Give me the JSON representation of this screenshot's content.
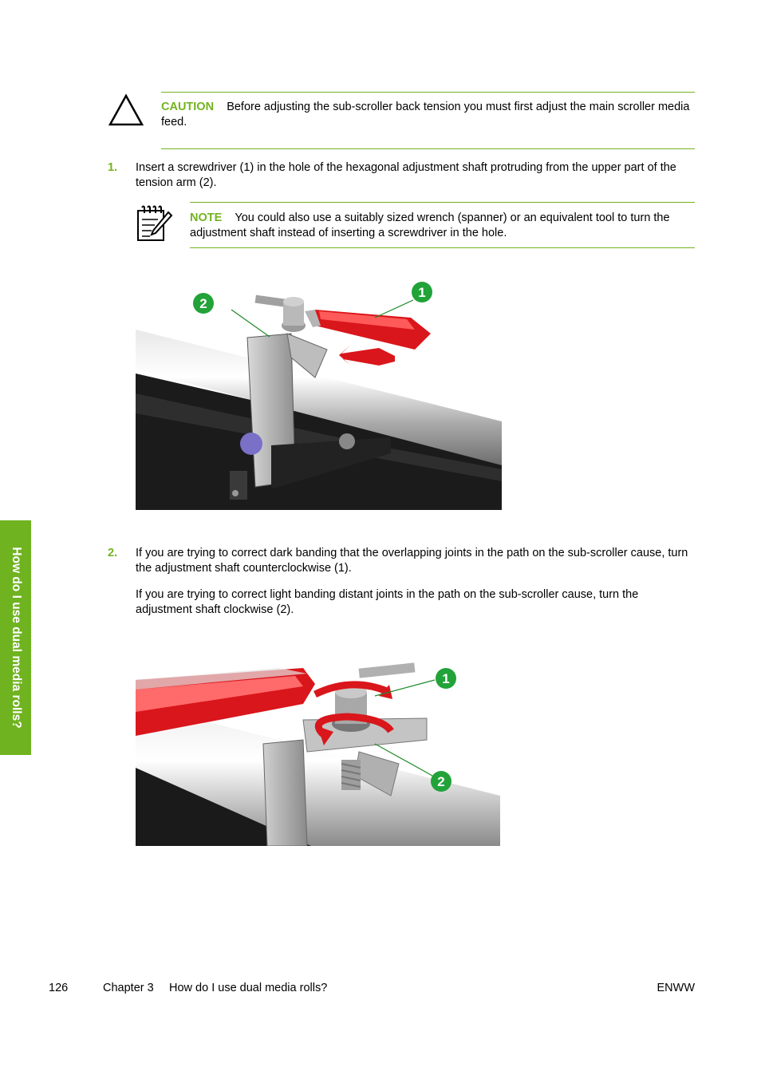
{
  "caution": {
    "label": "CAUTION",
    "text": "Before adjusting the sub-scroller back tension you must first adjust the main scroller media feed."
  },
  "steps": [
    {
      "number": "1.",
      "paragraphs": [
        "Insert a screwdriver (1) in the hole of the hexagonal adjustment shaft protruding from the upper part of the tension arm (2)."
      ]
    },
    {
      "number": "2.",
      "paragraphs": [
        "If you are trying to correct dark banding that the overlapping joints in the path on the sub-scroller cause, turn the adjustment shaft counterclockwise (1).",
        "If you are trying to correct light banding distant joints in the path on the sub-scroller cause, turn the adjustment shaft clockwise (2)."
      ]
    }
  ],
  "note": {
    "label": "NOTE",
    "text": "You could also use a suitably sized wrench (spanner) or an equivalent tool to turn the adjustment shaft instead of inserting a screwdriver in the hole."
  },
  "figures": {
    "figure1_callouts": [
      "1",
      "2"
    ],
    "figure2_callouts": [
      "1",
      "2"
    ]
  },
  "side_tab": "How do I use dual media rolls?",
  "footer": {
    "page_number": "126",
    "chapter": "Chapter 3",
    "chapter_title": "How do I use dual media rolls?",
    "locale": "ENWW"
  },
  "colors": {
    "accent_green": "#73b31f",
    "red": "#d9161b"
  },
  "icons": [
    "caution-triangle-icon",
    "note-pad-icon"
  ]
}
